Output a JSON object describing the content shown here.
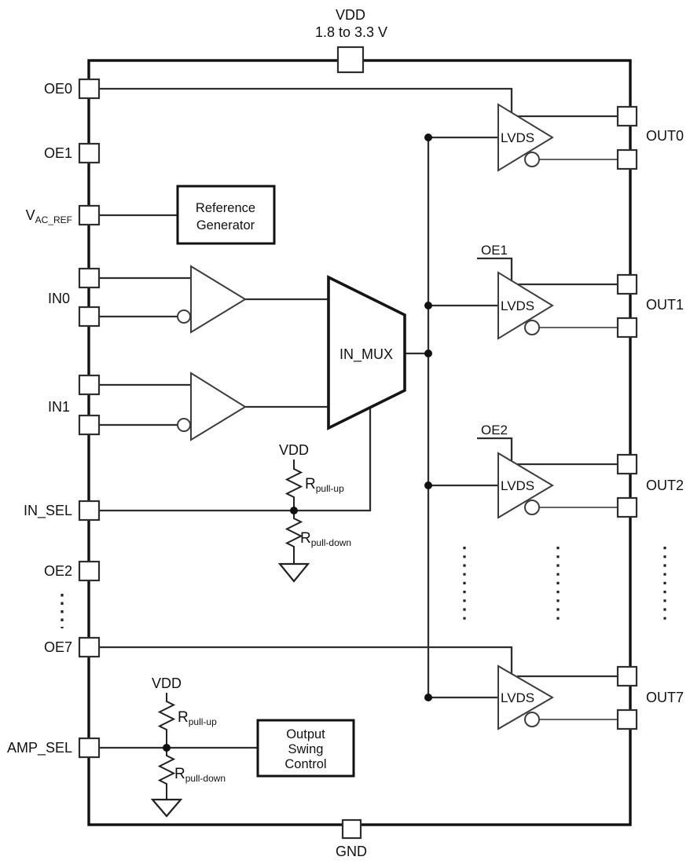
{
  "power": {
    "vdd": {
      "label": "VDD",
      "range": "1.8 to 3.3 V"
    },
    "gnd": {
      "label": "GND"
    }
  },
  "pins": {
    "left": [
      {
        "label": "OE0"
      },
      {
        "label": "OE1"
      },
      {
        "label": "V",
        "sub": "AC_REF"
      },
      {
        "label": "IN0"
      },
      {
        "label": "IN1"
      },
      {
        "label": "IN_SEL"
      },
      {
        "label": "OE2"
      },
      {
        "label": "OE7"
      },
      {
        "label": "AMP_SEL"
      }
    ],
    "right": [
      {
        "label": "OUT0"
      },
      {
        "label": "OUT1"
      },
      {
        "label": "OUT2"
      },
      {
        "label": "OUT7"
      }
    ]
  },
  "blocks": {
    "reference_generator": {
      "line1": "Reference",
      "line2": "Generator"
    },
    "in_mux": {
      "label": "IN_MUX"
    },
    "output_swing_control": {
      "line1": "Output",
      "line2": "Swing",
      "line3": "Control"
    },
    "lvds_buffer": {
      "label": "LVDS"
    }
  },
  "enable_taps": {
    "oe1": "OE1",
    "oe2": "OE2"
  },
  "resistor_network": {
    "vdd": "VDD",
    "r": "R",
    "pull_up_sub": "pull-up",
    "pull_down_sub": "pull-down"
  },
  "colors": {
    "line": "#111111",
    "wire": "#4d4d4d",
    "background": "#ffffff"
  }
}
